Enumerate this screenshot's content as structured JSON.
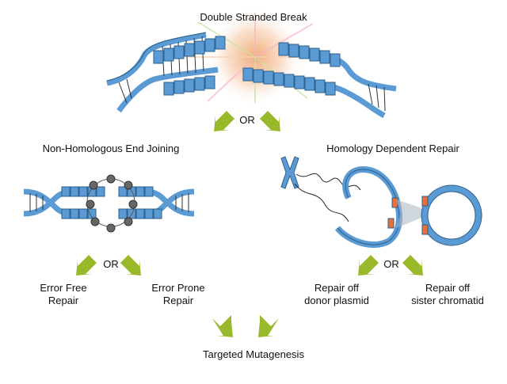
{
  "title": "Double Stranded Break",
  "or_labels": [
    "OR",
    "OR",
    "OR"
  ],
  "pathways": {
    "nhej": "Non-Homologous End Joining",
    "hdr": "Homology Dependent Repair"
  },
  "outcomes": {
    "error_free": [
      "Error Free",
      "Repair"
    ],
    "error_prone": [
      "Error Prone",
      "Repair"
    ],
    "donor_plasmid": [
      "Repair off",
      "donor plasmid"
    ],
    "sister_chromatid": [
      "Repair off",
      "sister chromatid"
    ]
  },
  "result": "Targeted Mutagenesis",
  "colors": {
    "dna_blue": "#5b9bd5",
    "dna_outline": "#2e5f8a",
    "arrow_green": "#99b82a",
    "nick_red": "#e8703a",
    "protein_grey": "#666666"
  }
}
